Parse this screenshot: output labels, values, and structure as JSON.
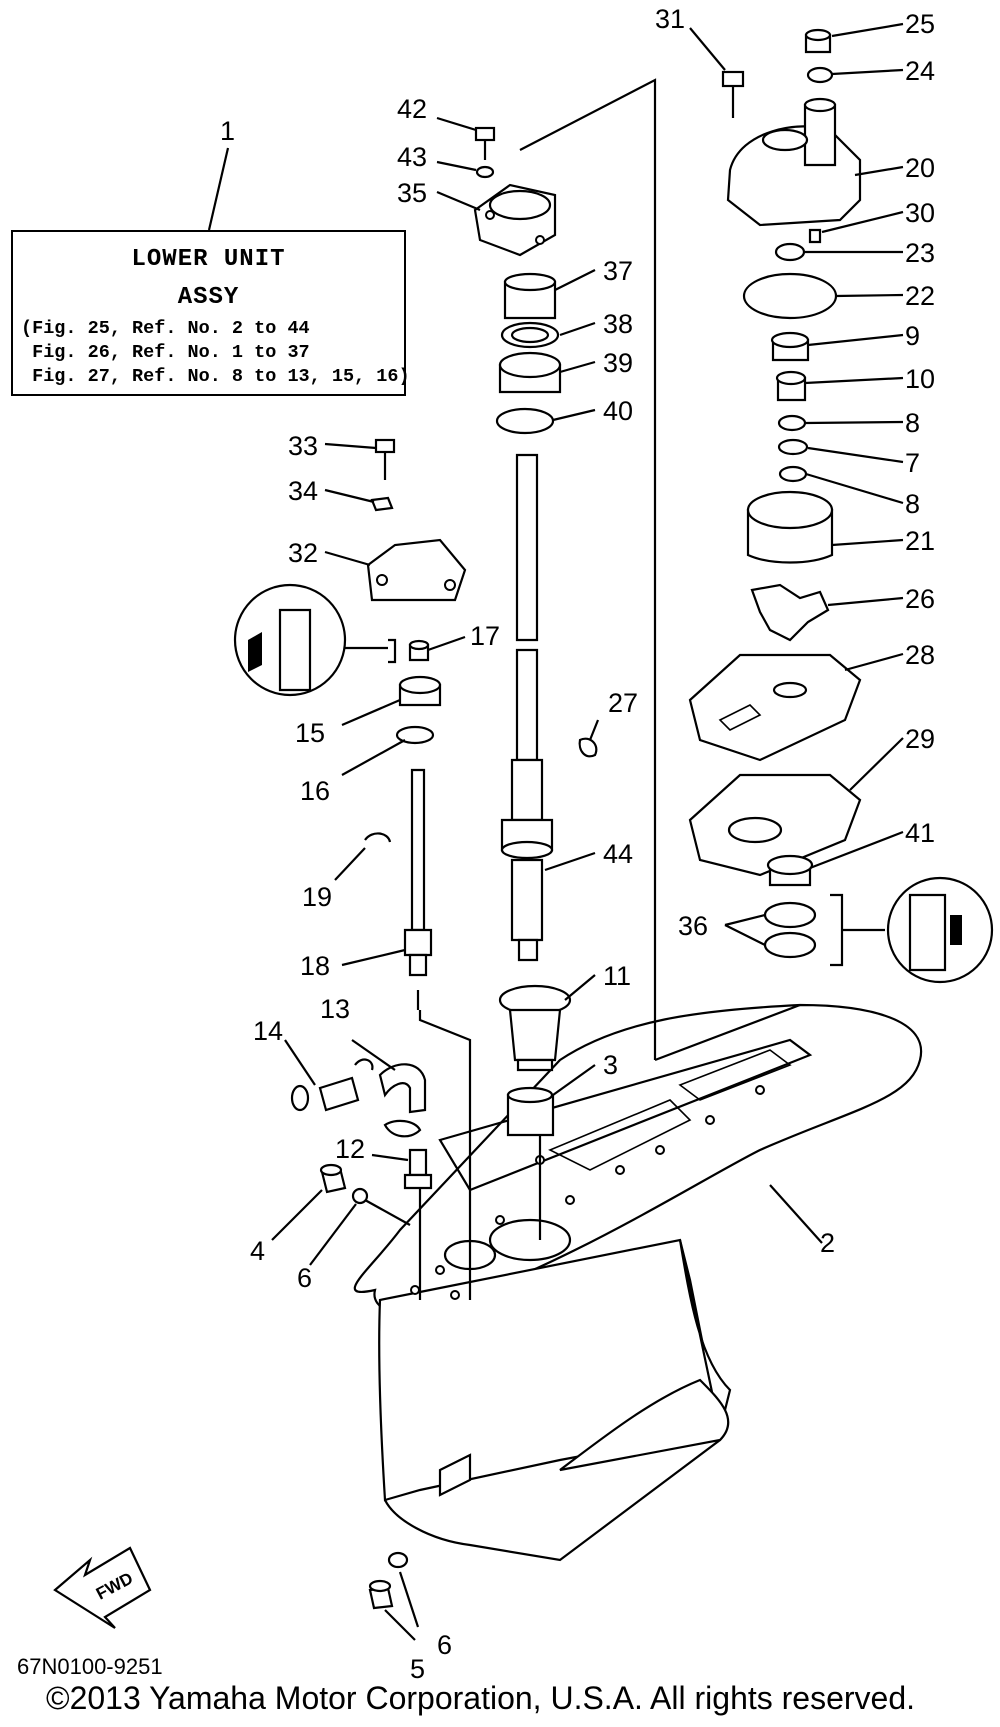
{
  "assy_box": {
    "title": "LOWER UNIT",
    "subtitle": "ASSY",
    "notes": [
      "(Fig. 25, Ref. No. 2 to 44",
      " Fig. 26, Ref. No. 1 to 37",
      " Fig. 27, Ref. No. 8 to 13, 15, 16)"
    ]
  },
  "callouts": {
    "c1": "1",
    "c2": "2",
    "c3": "3",
    "c4": "4",
    "c5": "5",
    "c6a": "6",
    "c6b": "6",
    "c7": "7",
    "c8a": "8",
    "c8b": "8",
    "c9": "9",
    "c10": "10",
    "c11": "11",
    "c12": "12",
    "c13": "13",
    "c14": "14",
    "c15": "15",
    "c16": "16",
    "c17": "17",
    "c18": "18",
    "c19": "19",
    "c20": "20",
    "c21": "21",
    "c22": "22",
    "c23": "23",
    "c24": "24",
    "c25": "25",
    "c26": "26",
    "c27": "27",
    "c28": "28",
    "c29": "29",
    "c30": "30",
    "c31": "31",
    "c32": "32",
    "c33": "33",
    "c34": "34",
    "c35": "35",
    "c36": "36",
    "c37": "37",
    "c38": "38",
    "c39": "39",
    "c40": "40",
    "c41": "41",
    "c42": "42",
    "c43": "43",
    "c44": "44"
  },
  "fwd_arrow": "FWD",
  "part_code": "67N0100-9251",
  "copyright": "©2013 Yamaha Motor Corporation, U.S.A. All rights reserved."
}
